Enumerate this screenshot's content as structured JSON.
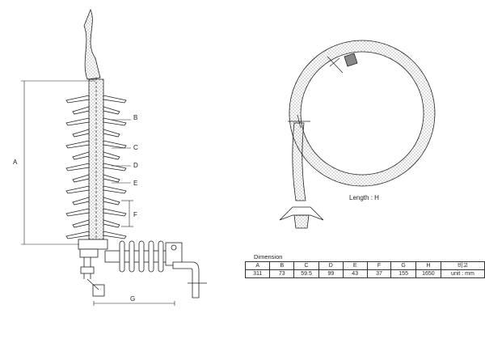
{
  "labels": {
    "A": "A",
    "B": "B",
    "C": "C",
    "D": "D",
    "E": "E",
    "F": "F",
    "G": "G",
    "length": "Length : H"
  },
  "dimension_table": {
    "title": "Dimension",
    "headers": [
      "A",
      "B",
      "C",
      "D",
      "E",
      "F",
      "G",
      "H",
      "비고"
    ],
    "values": [
      "311",
      "73",
      "59.5",
      "99",
      "43",
      "37",
      "155",
      "1650",
      "unit : mm"
    ]
  },
  "colors": {
    "line": "#222222",
    "dot": "#555555",
    "fill": "#ffffff"
  }
}
